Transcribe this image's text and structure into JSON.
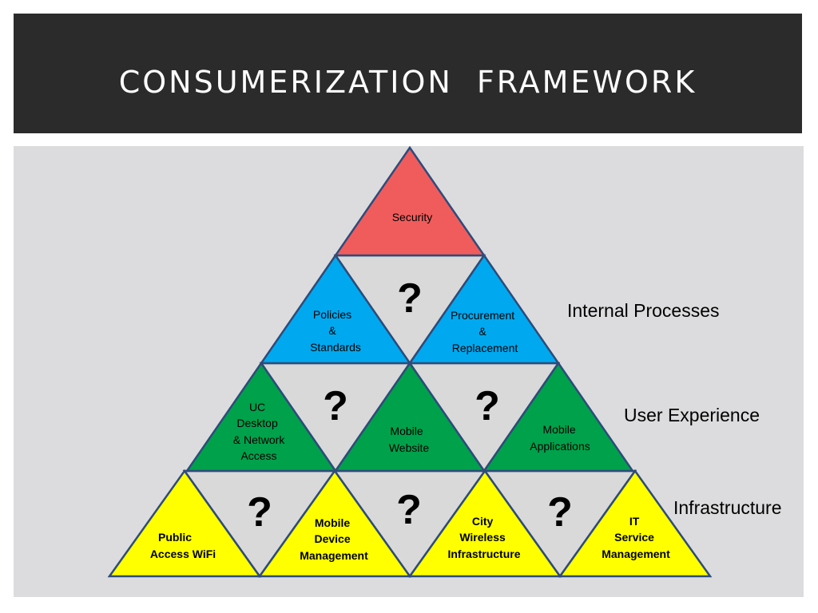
{
  "title": "CONSUMERIZATION  FRAMEWORK",
  "colors": {
    "security": "#f05c5c",
    "processes": "#00a9ef",
    "experience": "#00a14b",
    "infrastructure": "#ffff00",
    "gap": "#d9d9d9",
    "outline": "#2e4b7a"
  },
  "pyramid": {
    "security": {
      "lines": [
        "Security"
      ]
    },
    "policies": {
      "lines": [
        "Policies",
        "&",
        "Standards"
      ]
    },
    "procurement": {
      "lines": [
        "Procurement",
        "&",
        "Replacement"
      ]
    },
    "uc_desktop": {
      "lines": [
        "UC",
        "Desktop",
        "& Network",
        "Access"
      ]
    },
    "mobile_website": {
      "lines": [
        "Mobile",
        "Website"
      ]
    },
    "mobile_applications": {
      "lines": [
        "Mobile",
        "Applications"
      ]
    },
    "public_wifi": {
      "lines": [
        "Public",
        "Access WiFi"
      ]
    },
    "mdm": {
      "lines": [
        "Mobile",
        "Device",
        "Management"
      ]
    },
    "city_wireless": {
      "lines": [
        "City",
        "Wireless",
        "Infrastructure"
      ]
    },
    "it_service": {
      "lines": [
        "IT",
        "Service",
        "Management"
      ]
    },
    "unknown_marker": "?"
  },
  "layers": {
    "internal_processes": "Internal Processes",
    "user_experience": "User Experience",
    "infrastructure": "Infrastructure"
  }
}
